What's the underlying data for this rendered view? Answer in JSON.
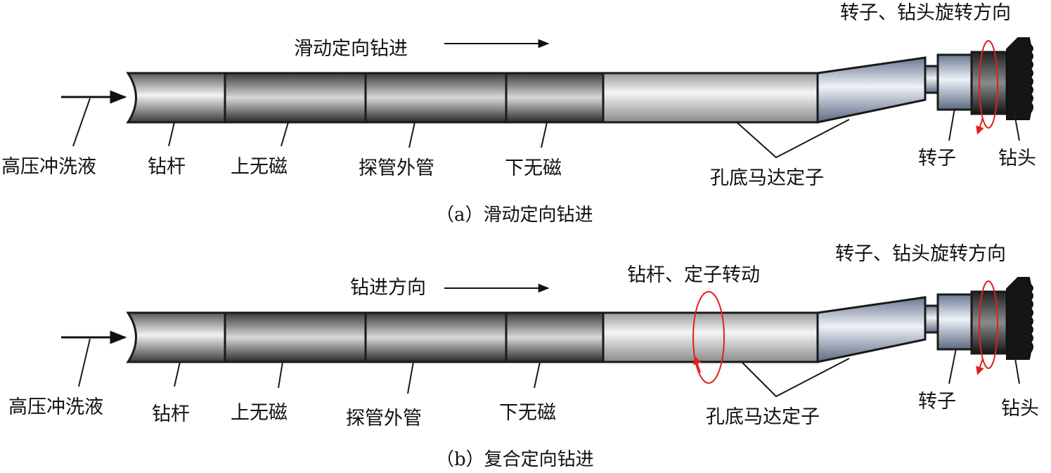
{
  "panel_a": {
    "caption": "（a）滑动定向钻进",
    "direction_label": "滑动定向钻进",
    "rotation_label": "转子、钻头旋转方向",
    "fluid_label": "高压冲洗液",
    "labels": {
      "drill_pipe": "钻杆",
      "upper_nonmag": "上无磁",
      "probe_tube": "探管外管",
      "lower_nonmag": "下无磁",
      "motor_stator": "孔底马达定子",
      "rotor": "转子",
      "bit": "钻头"
    }
  },
  "panel_b": {
    "caption": "（b）复合定向钻进",
    "direction_label": "钻进方向",
    "stator_rotation_label": "钻杆、定子转动",
    "rotation_label": "转子、钻头旋转方向",
    "fluid_label": "高压冲洗液",
    "labels": {
      "drill_pipe": "钻杆",
      "upper_nonmag": "上无磁",
      "probe_tube": "探管外管",
      "lower_nonmag": "下无磁",
      "motor_stator": "孔底马达定子",
      "rotor": "转子",
      "bit": "钻头"
    }
  },
  "colors": {
    "rotation_arrow": "#e02020",
    "outline": "#1a1a1a"
  }
}
